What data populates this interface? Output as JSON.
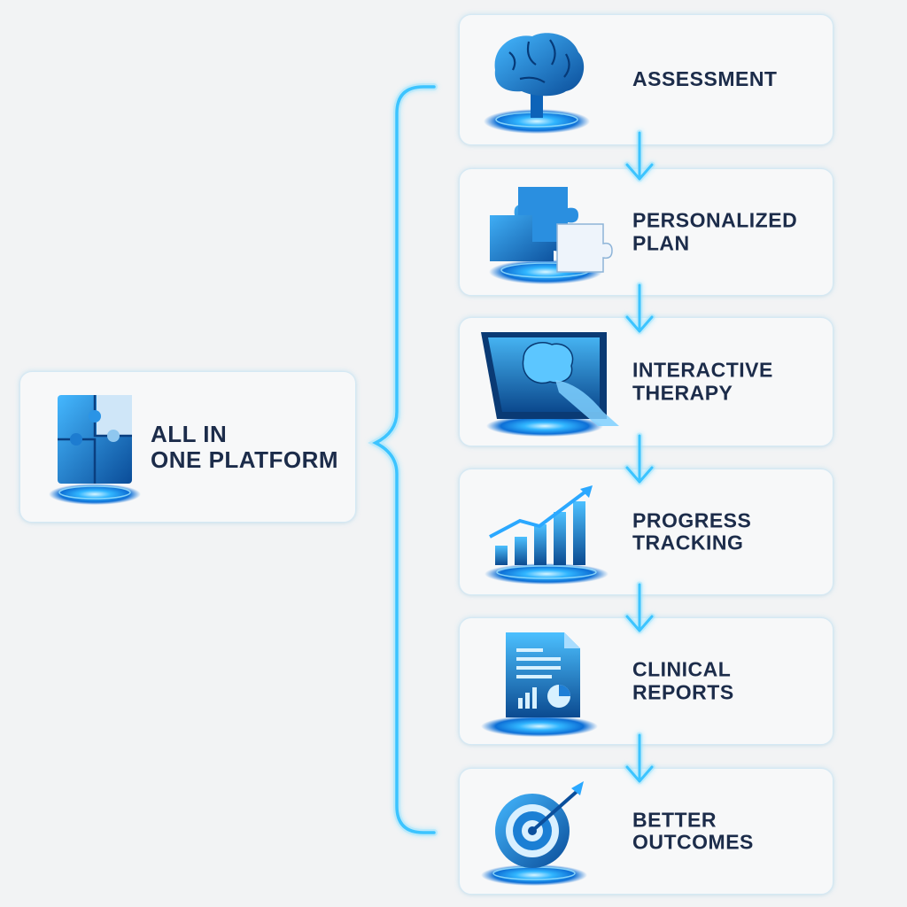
{
  "hub": {
    "line1": "ALL IN",
    "line2": "ONE PLATFORM",
    "icon": "puzzle-square-icon"
  },
  "steps": [
    {
      "line1": "ASSESSMENT",
      "line2": "",
      "icon": "brain-icon"
    },
    {
      "line1": "PERSONALIZED",
      "line2": "PLAN",
      "icon": "puzzle-pieces-icon"
    },
    {
      "line1": "INTERACTIVE",
      "line2": "THERAPY",
      "icon": "tablet-brain-icon"
    },
    {
      "line1": "PROGRESS",
      "line2": "TRACKING",
      "icon": "bar-chart-icon"
    },
    {
      "line1": "CLINICAL",
      "line2": "REPORTS",
      "icon": "report-document-icon"
    },
    {
      "line1": "BETTER",
      "line2": "OUTCOMES",
      "icon": "target-icon"
    }
  ],
  "colors": {
    "accent": "#1aa3ff",
    "glow": "#6fd3ff",
    "text": "#1c2c4a",
    "icon_dark": "#0b4f9c",
    "icon_light": "#3fb2ff"
  }
}
